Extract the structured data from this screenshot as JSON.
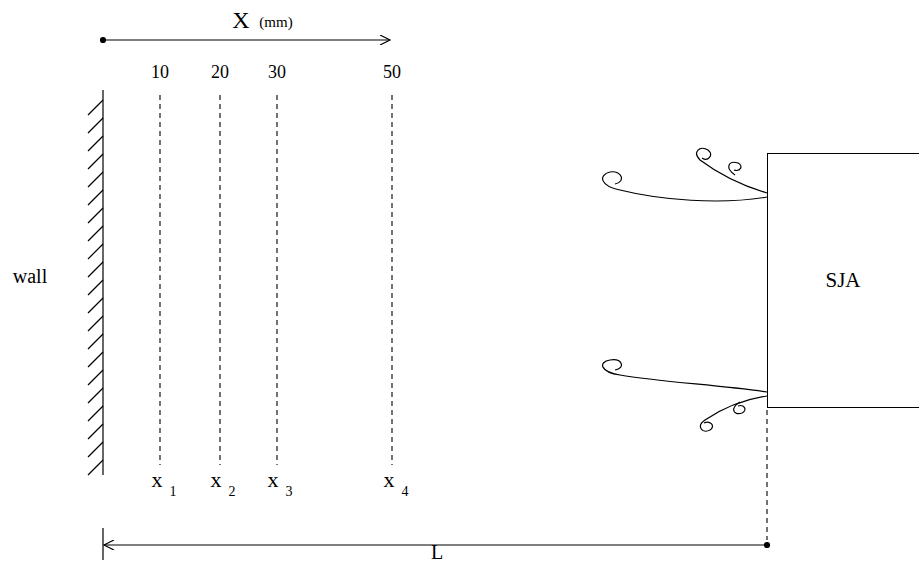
{
  "diagram": {
    "nodes": [
      {
        "text": [
          "SJA"
        ]
      }
    ],
    "labels": [
      "X",
      "(mm)",
      "10",
      "20",
      "30",
      "50",
      "wall",
      "x",
      "1",
      "x",
      "2",
      "x",
      "3",
      "x",
      "4",
      "L"
    ]
  }
}
